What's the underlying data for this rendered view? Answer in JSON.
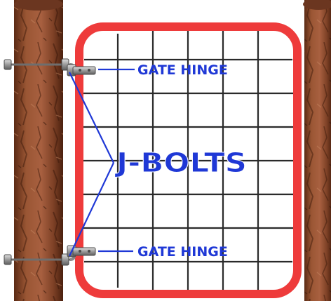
{
  "labels": {
    "top_hinge": "GATE HINGE",
    "bottom_hinge": "GATE HINGE",
    "bolts": "J-BOLTS"
  },
  "colors": {
    "annotation": "#1f38d6",
    "gate_frame": "#ee3b3b",
    "wire_mesh": "#2a2a2a",
    "post_wood": "#8a4a2c",
    "hardware": "#a9a9a9"
  },
  "icons": {
    "left_post": "wooden-post",
    "right_post": "wooden-post",
    "gate": "wire-mesh-gate",
    "hinge": "gate-hinge",
    "bolt": "j-bolt"
  }
}
